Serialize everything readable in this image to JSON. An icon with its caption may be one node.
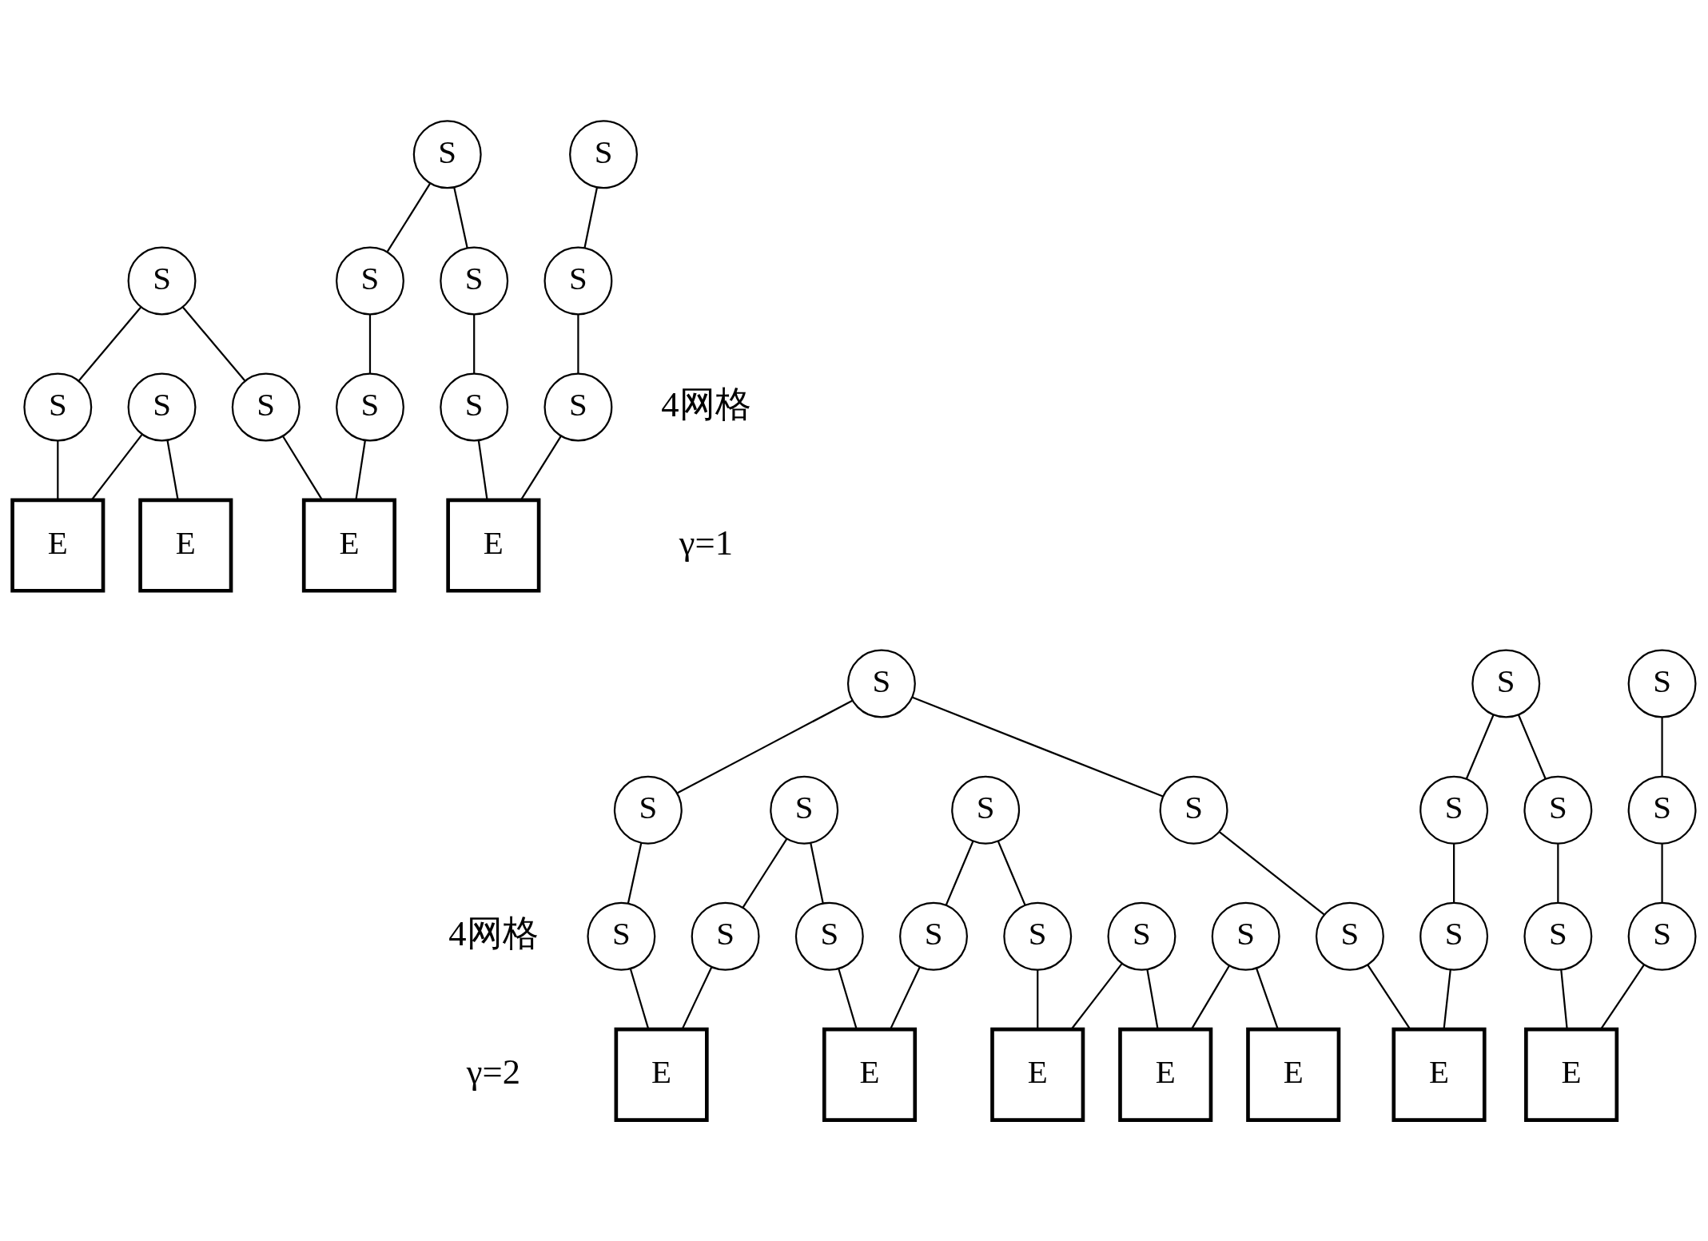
{
  "diagram": {
    "nodes": [
      {
        "text": [
          "S"
        ]
      },
      {
        "text": [
          "S"
        ]
      },
      {
        "text": [
          "S"
        ]
      },
      {
        "text": [
          "S"
        ]
      },
      {
        "text": [
          "S"
        ]
      },
      {
        "text": [
          "S"
        ]
      },
      {
        "text": [
          "S"
        ]
      },
      {
        "text": [
          "S"
        ]
      },
      {
        "text": [
          "S"
        ]
      },
      {
        "text": [
          "S"
        ]
      },
      {
        "text": [
          "S"
        ]
      },
      {
        "text": [
          "S"
        ]
      },
      {
        "text": [
          "E"
        ]
      },
      {
        "text": [
          "E"
        ]
      },
      {
        "text": [
          "E"
        ]
      },
      {
        "text": [
          "E"
        ]
      },
      {
        "text": [
          "S"
        ]
      },
      {
        "text": [
          "S"
        ]
      },
      {
        "text": [
          "S"
        ]
      },
      {
        "text": [
          "S"
        ]
      },
      {
        "text": [
          "S"
        ]
      },
      {
        "text": [
          "S"
        ]
      },
      {
        "text": [
          "S"
        ]
      },
      {
        "text": [
          "S"
        ]
      },
      {
        "text": [
          "S"
        ]
      },
      {
        "text": [
          "S"
        ]
      },
      {
        "text": [
          "S"
        ]
      },
      {
        "text": [
          "S"
        ]
      },
      {
        "text": [
          "S"
        ]
      },
      {
        "text": [
          "S"
        ]
      },
      {
        "text": [
          "S"
        ]
      },
      {
        "text": [
          "S"
        ]
      },
      {
        "text": [
          "S"
        ]
      },
      {
        "text": [
          "S"
        ]
      },
      {
        "text": [
          "S"
        ]
      },
      {
        "text": [
          "S"
        ]
      },
      {
        "text": [
          "S"
        ]
      },
      {
        "text": [
          "E"
        ]
      },
      {
        "text": [
          "E"
        ]
      },
      {
        "text": [
          "E"
        ]
      },
      {
        "text": [
          "E"
        ]
      },
      {
        "text": [
          "E"
        ]
      },
      {
        "text": [
          "E"
        ]
      },
      {
        "text": [
          "E"
        ]
      }
    ],
    "edges": [
      {
        "from": 0,
        "to": 3,
        "arrow": "none"
      },
      {
        "from": 0,
        "to": 4,
        "arrow": "none"
      },
      {
        "from": 1,
        "to": 5,
        "arrow": "none"
      },
      {
        "from": 2,
        "to": 7,
        "arrow": "none"
      },
      {
        "from": 2,
        "to": 8,
        "arrow": "none"
      },
      {
        "from": 3,
        "to": 9,
        "arrow": "none"
      },
      {
        "from": 4,
        "to": 10,
        "arrow": "none"
      },
      {
        "from": 5,
        "to": 11,
        "arrow": "none"
      },
      {
        "from": 6,
        "to": 12,
        "arrow": "none"
      },
      {
        "from": 6,
        "to": 13,
        "arrow": "none"
      },
      {
        "from": 7,
        "to": 13,
        "arrow": "none"
      },
      {
        "from": 8,
        "to": 14,
        "arrow": "none"
      },
      {
        "from": 9,
        "to": 14,
        "arrow": "none"
      },
      {
        "from": 10,
        "to": 15,
        "arrow": "none"
      },
      {
        "from": 11,
        "to": 15,
        "arrow": "none"
      },
      {
        "from": 16,
        "to": 21,
        "arrow": "none"
      },
      {
        "from": 16,
        "to": 22,
        "arrow": "none"
      },
      {
        "from": 17,
        "to": 23,
        "arrow": "none"
      },
      {
        "from": 17,
        "to": 24,
        "arrow": "none"
      },
      {
        "from": 18,
        "to": 25,
        "arrow": "none"
      },
      {
        "from": 19,
        "to": 28,
        "arrow": "none"
      },
      {
        "from": 19,
        "to": 29,
        "arrow": "none"
      },
      {
        "from": 20,
        "to": 30,
        "arrow": "none"
      },
      {
        "from": 20,
        "to": 31,
        "arrow": "none"
      },
      {
        "from": 21,
        "to": 32,
        "arrow": "none"
      },
      {
        "from": 22,
        "to": 33,
        "arrow": "none"
      },
      {
        "from": 23,
        "to": 34,
        "arrow": "none"
      },
      {
        "from": 24,
        "to": 35,
        "arrow": "none"
      },
      {
        "from": 25,
        "to": 36,
        "arrow": "none"
      },
      {
        "from": 26,
        "to": 37,
        "arrow": "none"
      },
      {
        "from": 26,
        "to": 38,
        "arrow": "none"
      },
      {
        "from": 27,
        "to": 38,
        "arrow": "none"
      },
      {
        "from": 27,
        "to": 39,
        "arrow": "none"
      },
      {
        "from": 28,
        "to": 39,
        "arrow": "none"
      },
      {
        "from": 29,
        "to": 40,
        "arrow": "none"
      },
      {
        "from": 30,
        "to": 40,
        "arrow": "none"
      },
      {
        "from": 31,
        "to": 41,
        "arrow": "none"
      },
      {
        "from": 32,
        "to": 41,
        "arrow": "none"
      },
      {
        "from": 33,
        "to": 42,
        "arrow": "none"
      },
      {
        "from": 34,
        "to": 42,
        "arrow": "none"
      },
      {
        "from": 35,
        "to": 43,
        "arrow": "none"
      },
      {
        "from": 36,
        "to": 43,
        "arrow": "none"
      }
    ],
    "labels": [
      "4网格",
      "γ=1",
      "4网格",
      "γ=2"
    ]
  }
}
